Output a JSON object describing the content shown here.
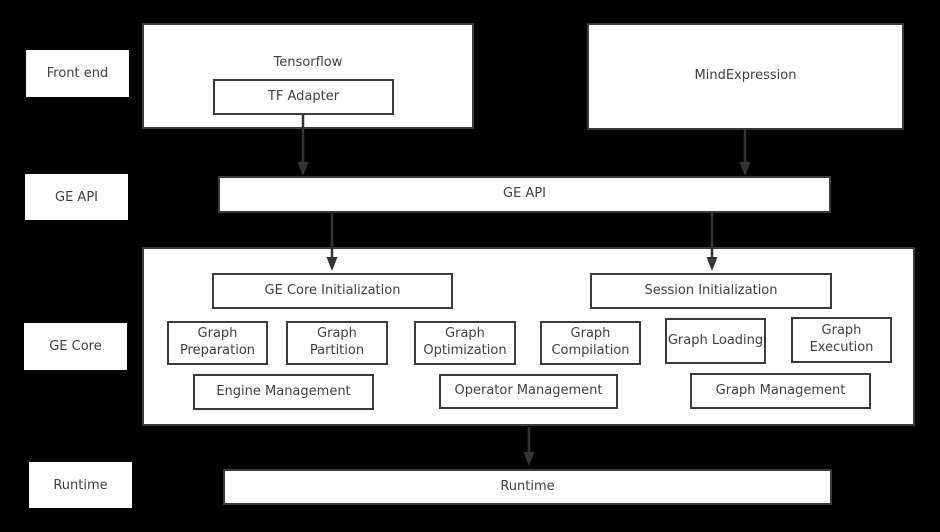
{
  "colors": {
    "background": "#000000",
    "box_fill": "#ffffff",
    "box_border": "#3b3b3b",
    "text": "#3f3f3f",
    "arrow": "#333333"
  },
  "row_labels": {
    "front_end": "Front end",
    "ge_api": "GE API",
    "ge_core": "GE Core",
    "runtime": "Runtime"
  },
  "front_end": {
    "tensorflow_label": "Tensorflow",
    "tf_adapter_label": "TF Adapter",
    "mindexpression_label": "MindExpression"
  },
  "ge_api": {
    "label": "GE API"
  },
  "ge_core": {
    "init_boxes": [
      "GE Core Initialization",
      "Session Initialization"
    ],
    "stage_boxes": [
      "Graph Preparation",
      "Graph Partition",
      "Graph Optimization",
      "Graph Compilation",
      "Graph Loading",
      "Graph Execution"
    ],
    "management_boxes": [
      "Engine Management",
      "Operator Management",
      "Graph Management"
    ]
  },
  "runtime": {
    "label": "Runtime"
  }
}
